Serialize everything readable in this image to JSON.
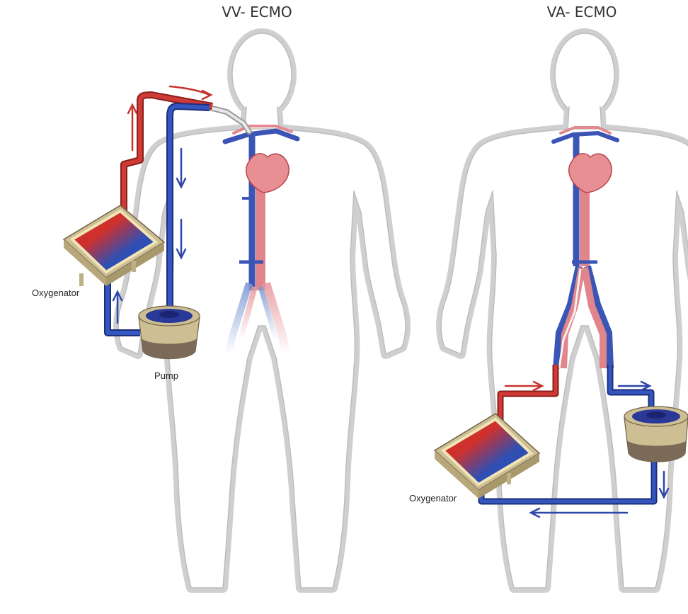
{
  "panels": {
    "left": {
      "title": "VV- ECMO",
      "oxygenator_label": "Oxygenator",
      "pump_label": "Pump"
    },
    "right": {
      "title": "VA- ECMO",
      "oxygenator_label": "Oxygenator"
    }
  },
  "colors": {
    "body_outline": "#cfcfcf",
    "oxygenated_blood": "#c8332f",
    "deoxygenated_blood": "#2f46a8",
    "heart": "#e88f93",
    "device_beige": "#cdbf93",
    "device_brown": "#7a6a57"
  },
  "icons": [
    "body-silhouette-icon",
    "heart-icon",
    "oxygenator-icon",
    "pump-icon",
    "flow-arrow-icon"
  ]
}
